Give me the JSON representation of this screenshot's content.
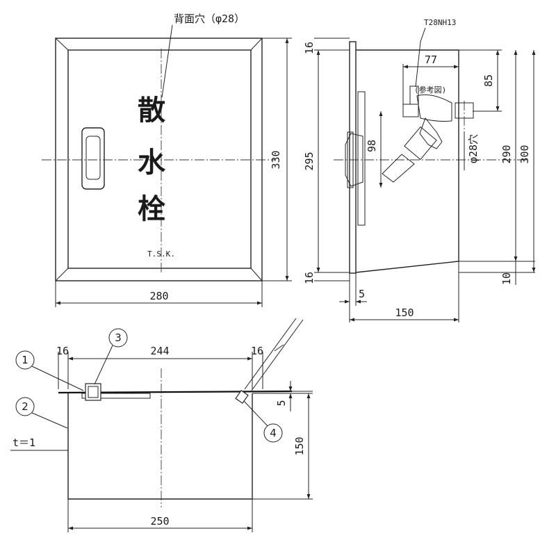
{
  "front_view": {
    "back_hole_note": "背面穴（φ28）",
    "label_chars": [
      "散",
      "水",
      "栓"
    ],
    "maker_mark": "T.S.K.",
    "width_dim": "280",
    "height_dim": "330"
  },
  "side_view": {
    "faucet_model": "T28NH13",
    "reference_note": "(参考図)",
    "dims": {
      "top_flange": "16",
      "bottom_flange": "16",
      "inner_height": "295",
      "depth_77": "77",
      "height_85": "85",
      "height_98": "98",
      "hole_note": "φ28穴",
      "height_290": "290",
      "height_300": "300",
      "bottom_10": "10",
      "door_5": "5",
      "depth_150": "150"
    }
  },
  "top_view": {
    "dims": {
      "left_16": "16",
      "inner_244": "244",
      "right_16": "16",
      "offset_5": "5",
      "depth_150": "150",
      "width_250": "250",
      "thickness": "t＝1"
    },
    "callouts": [
      "1",
      "2",
      "3",
      "4"
    ]
  }
}
